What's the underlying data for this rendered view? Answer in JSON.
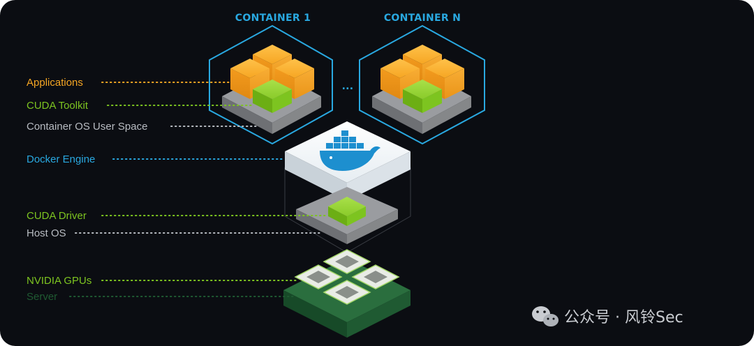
{
  "headers": {
    "container_1": "CONTAINER 1",
    "container_n": "CONTAINER N",
    "ellipsis": "..."
  },
  "layers": {
    "applications": "Applications",
    "cuda_toolkit": "CUDA Toolkit",
    "container_os": "Container OS User Space",
    "docker_engine": "Docker Engine",
    "cuda_driver": "CUDA Driver",
    "host_os": "Host OS",
    "nvidia_gpus": "NVIDIA GPUs",
    "server": "Server"
  },
  "watermark": {
    "text": "公众号 · 风铃Sec",
    "icon": "wechat-icon"
  },
  "colors": {
    "background": "#0b0d12",
    "accent_blue": "#29a8e0",
    "orange": "#f5a623",
    "green": "#7dc420",
    "grey_text": "#b8bcc2",
    "server_green": "#1f5a32"
  }
}
